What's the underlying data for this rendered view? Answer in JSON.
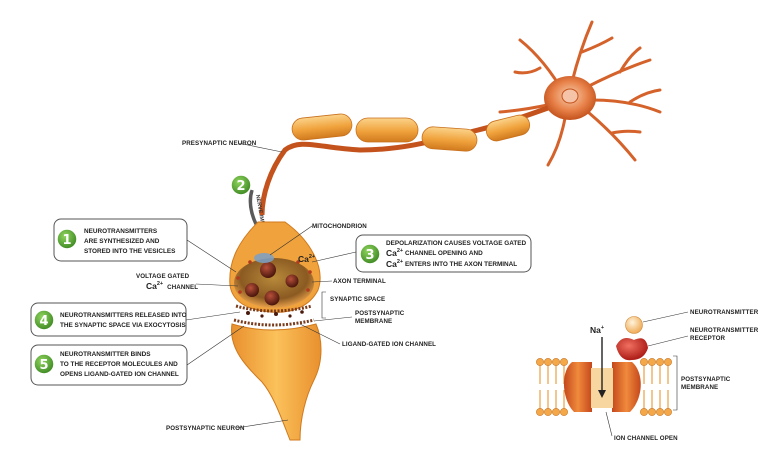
{
  "labels": {
    "presynaptic_neuron": "PRESYNAPTIC NEURON",
    "nerve_impulse": "NERVE IMPULSE",
    "mitochondrion": "MITOCHONDRION",
    "voltage_gated_1": "VOLTAGE GATED",
    "ca_channel_ion": "Ca",
    "ca_channel_charge": "2+",
    "ca_channel_word": "CHANNEL",
    "axon_terminal": "AXON TERMINAL",
    "synaptic_space": "SYNAPTIC SPACE",
    "postsynaptic_membrane_1": "POSTSYNAPTIC",
    "postsynaptic_membrane_2": "MEMBRANE",
    "ligand_gated": "LIGAND-GATED ION CHANNEL",
    "postsynaptic_neuron": "POSTSYNAPTIC NEURON",
    "ca_small": "Ca",
    "ca_small_charge": "2+"
  },
  "steps": [
    {
      "number": "1",
      "lines": [
        "NEUROTRANSMITTERS",
        "ARE SYNTHESIZED AND",
        "STORED INTO THE VESICLES"
      ]
    },
    {
      "number": "2"
    },
    {
      "number": "3",
      "line1": "DEPOLARIZATION CAUSES VOLTAGE GATED",
      "ion": "Ca",
      "charge": "2+",
      "line2": "CHANNEL OPENING AND",
      "line3": "ENTERS INTO THE AXON TERMINAL"
    },
    {
      "number": "4",
      "lines": [
        "NEUROTRANSMITTERS RELEASED INTO",
        "THE SYNAPTIC SPACE VIA EXOCYTOSIS"
      ]
    },
    {
      "number": "5",
      "lines": [
        "NEUROTRANSMITTER BINDS",
        "TO THE RECEPTOR MOLECULES AND",
        "OPENS LIGAND-GATED ION CHANNEL"
      ]
    }
  ],
  "inset": {
    "na_ion": "Na",
    "na_charge": "+",
    "neurotransmitter": "NEUROTRANSMITTER",
    "receptor_1": "NEUROTRANSMITTER",
    "receptor_2": "RECEPTOR",
    "membrane_1": "POSTSYNAPTIC",
    "membrane_2": "MEMBRANE",
    "ion_channel_open": "ION CHANNEL OPEN"
  },
  "colors": {
    "axon_orange": "#f0a23c",
    "axon_dark": "#c4521c",
    "step_green": "#5aa83a",
    "synapse_brown": "#7a3b1c"
  }
}
